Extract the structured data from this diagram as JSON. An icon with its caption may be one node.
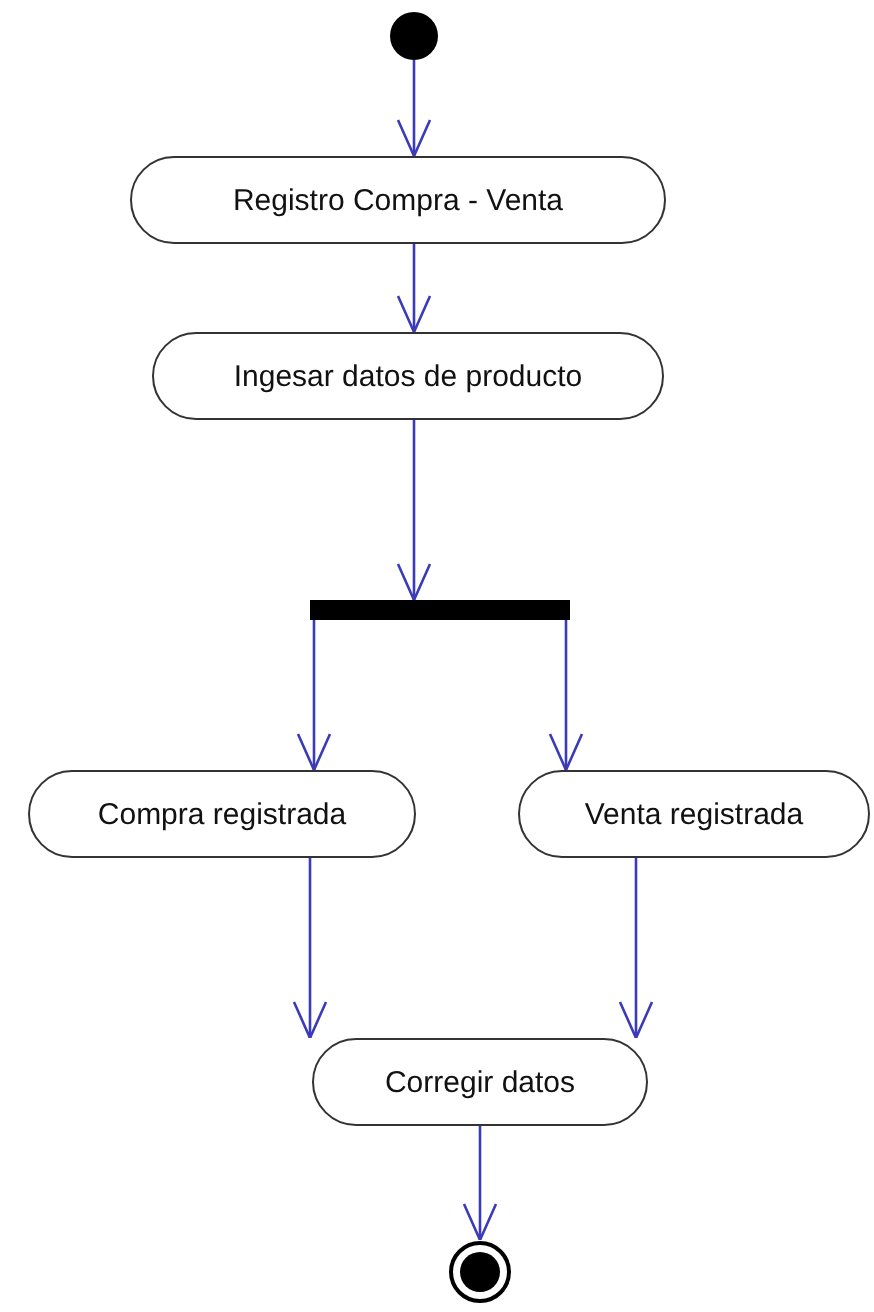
{
  "diagram": {
    "nodes": [
      {
        "text": [],
        "shape": "circle"
      },
      {
        "text": [
          "Registro Compra - Venta"
        ]
      },
      {
        "text": [
          "Ingesar datos de producto"
        ]
      },
      {
        "text": [],
        "shape": "bar"
      },
      {
        "text": [
          "Compra registrada"
        ]
      },
      {
        "text": [
          "Venta registrada"
        ]
      },
      {
        "text": [
          "Corregir datos"
        ]
      },
      {
        "text": [],
        "shape": "circle"
      }
    ],
    "edges": [
      {
        "from": 0,
        "to": 1,
        "arrow": "to"
      },
      {
        "from": 1,
        "to": 2,
        "arrow": "to"
      },
      {
        "from": 2,
        "to": 3,
        "arrow": "to"
      },
      {
        "from": 3,
        "to": 4,
        "arrow": "to"
      },
      {
        "from": 3,
        "to": 5,
        "arrow": "to"
      },
      {
        "from": 4,
        "to": 6,
        "arrow": "to"
      },
      {
        "from": 5,
        "to": 6,
        "arrow": "to"
      },
      {
        "from": 6,
        "to": 7,
        "arrow": "to"
      }
    ]
  }
}
